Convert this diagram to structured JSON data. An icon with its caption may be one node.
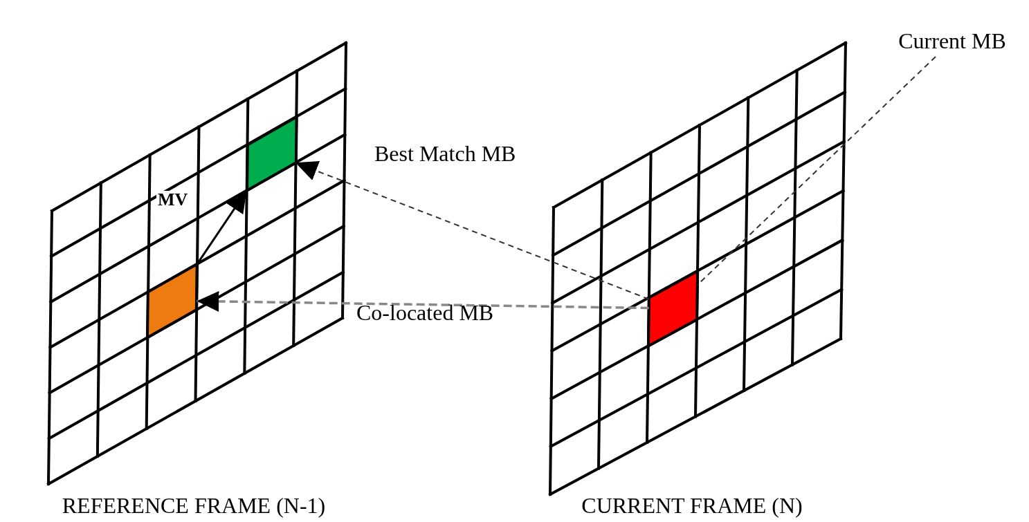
{
  "diagram": {
    "nodes": [
      {
        "text": [
          "REFERENCE FRAME (N-1)"
        ]
      },
      {
        "text": [
          "CURRENT FRAME (N)"
        ]
      },
      {
        "text": [],
        "shape": "box",
        "in": 0
      },
      {
        "text": [],
        "shape": "box",
        "in": 0
      },
      {
        "text": [],
        "shape": "box",
        "in": 1
      },
      {
        "text": [
          "Current MB"
        ]
      }
    ],
    "edges": [
      {
        "from": 2,
        "to": 3,
        "arrow": "to",
        "label": "MV"
      },
      {
        "from": 4,
        "to": 3,
        "arrow": "to",
        "label": "Best Match MB",
        "style": "dashed"
      },
      {
        "from": 4,
        "to": 2,
        "arrow": "to",
        "label": "Co-located MB",
        "style": "dashed",
        "color": "#888888"
      },
      {
        "from": 5,
        "to": 4,
        "arrow": "none",
        "style": "dashed"
      }
    ]
  }
}
